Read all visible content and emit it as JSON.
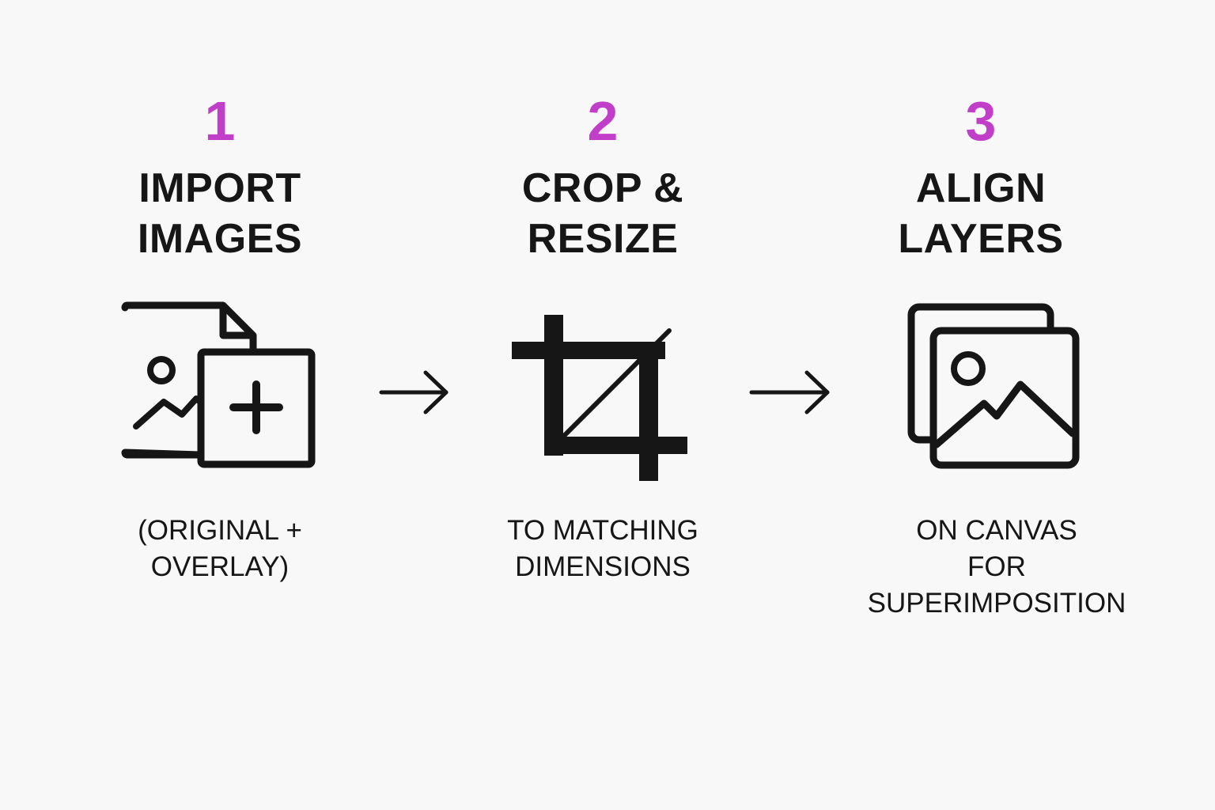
{
  "accent_color": "#c13ec9",
  "steps": [
    {
      "number": "1",
      "title_lines": [
        "IMPORT",
        "IMAGES"
      ],
      "icon": "image-add-icon",
      "caption_lines": [
        "(ORIGINAL +",
        "OVERLAY)"
      ]
    },
    {
      "number": "2",
      "title_lines": [
        "CROP &",
        "RESIZE"
      ],
      "icon": "crop-icon",
      "caption_lines": [
        "TO MATCHING",
        "DIMENSIONS"
      ]
    },
    {
      "number": "3",
      "title_lines": [
        "ALIGN",
        "LAYERS"
      ],
      "icon": "layered-images-icon",
      "caption_lines": [
        "ON CANVAS",
        "FOR",
        "SUPERIMPOSITION"
      ]
    }
  ],
  "connectors": [
    "arrow-right-icon",
    "arrow-right-icon"
  ]
}
